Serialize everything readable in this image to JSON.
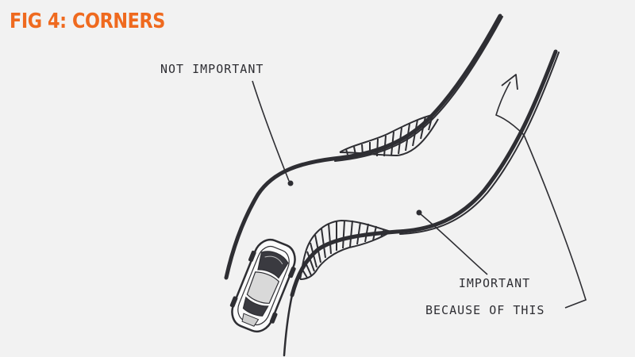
{
  "figure": {
    "title": "FIG 4: CORNERS",
    "accent_color": "#ef6a1f",
    "ink_color": "#2e2e33"
  },
  "annotations": {
    "not_important": "NOT IMPORTANT",
    "important": "IMPORTANT",
    "because_of_this": "BECAUSE OF THIS"
  },
  "illustration": {
    "subject": "car-on-winding-road",
    "icons": [
      "car-icon",
      "arrow-up-icon"
    ]
  }
}
